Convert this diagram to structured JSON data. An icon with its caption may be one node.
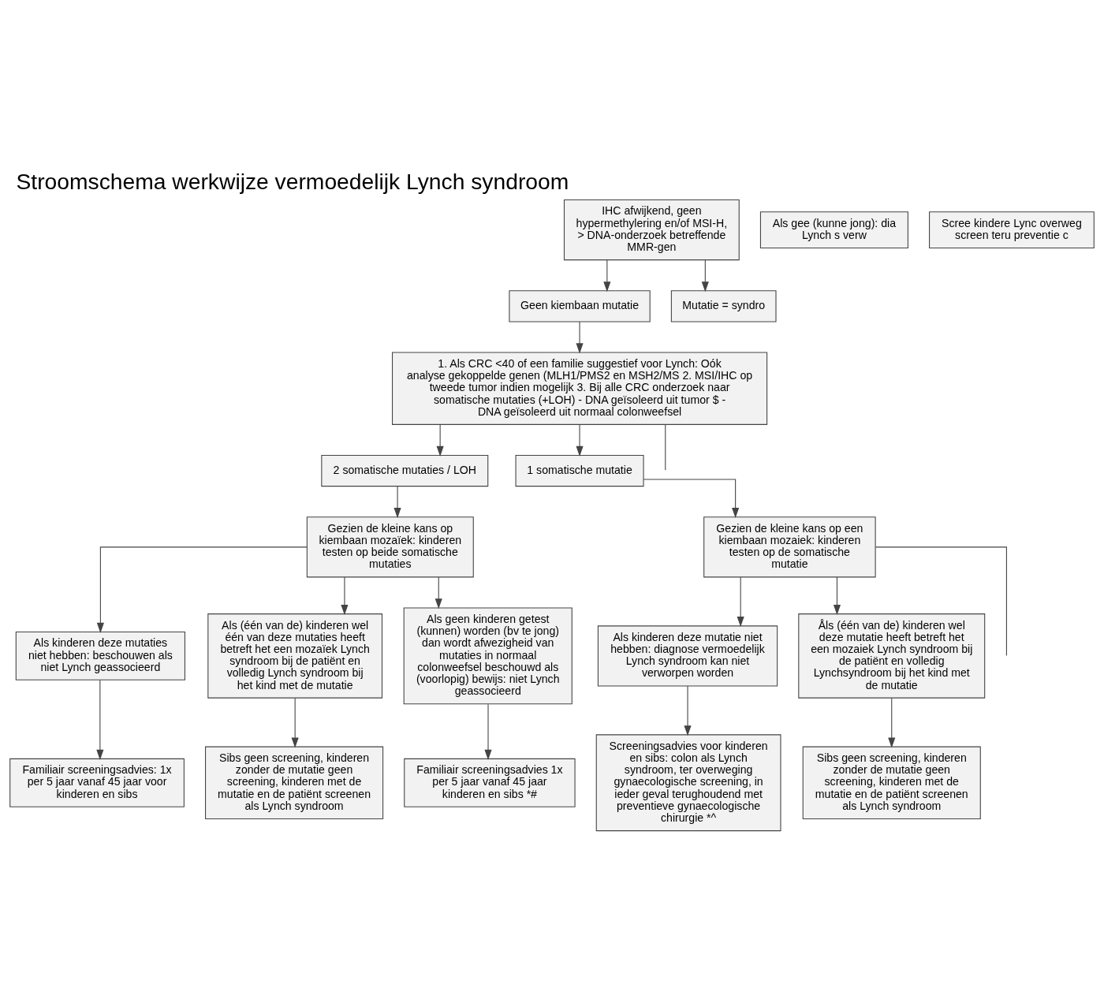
{
  "diagram": {
    "title": "Stroomschema werkwijze vermoedelijk Lynch syndroom",
    "nodes": [
      {
        "text": [
          "IHC afwijkend, geen hypermethylering en/of MSI-H, > DNA-onderzoek betreffende MMR-gen"
        ]
      },
      {
        "text": [
          "Geen kiembaan mutatie"
        ]
      },
      {
        "text": [
          "Mutatie = syndro"
        ]
      },
      {
        "text": [
          "1. Als CRC <40 of een familie suggestief voor Lynch: Oók analyse gekoppelde genen (MLH1/PMS2 en MSH2/MS 2. MSI/IHC op tweede tumor indien mogelijk 3. Bij alle CRC onderzoek naar somatische mutaties (+LOH) - DNA geïsoleerd uit tumor $ - DNA geïsoleerd uit normaal colonweefsel"
        ]
      },
      {
        "text": [
          "2 somatische mutaties / LOH"
        ]
      },
      {
        "text": [
          "1 somatische mutatie"
        ]
      },
      {
        "text": [
          "Gezien de kleine kans op kiembaan mozaïek: kinderen testen op beide somatische mutaties"
        ]
      },
      {
        "text": [
          "Gezien de kleine kans op een kiembaan mozaiek: kinderen testen op de somatische mutatie"
        ]
      },
      {
        "text": [
          "Als kinderen deze mutaties niet hebben: beschouwen als niet Lynch geassocieerd"
        ]
      },
      {
        "text": [
          "Als (één van de) kinderen wel één van deze mutaties heeft betreft het een mozaïek Lynch syndroom bij de patiënt en volledig Lynch syndroom bij het kind met de mutatie"
        ]
      },
      {
        "text": [
          "Als geen kinderen getest (kunnen) worden (bv te jong) dan wordt afwezigheid van mutaties in normaal colonweefsel beschouwd als (voorlopig) bewijs: niet Lynch geassocieerd"
        ]
      },
      {
        "text": [
          "Familiair screeningsadvies: 1x per 5 jaar vanaf 45 jaar voor kinderen en sibs"
        ]
      },
      {
        "text": [
          "Sibs geen screening, kinderen zonder de mutatie geen screening, kinderen met de mutatie en de patiënt screenen als Lynch syndroom"
        ]
      },
      {
        "text": [
          "Familiair screeningsadvies 1x per 5 jaar vanaf 45 jaar kinderen en sibs *#"
        ]
      },
      {
        "text": [
          "Als kinderen deze mutatie niet hebben: diagnose vermoedelijk Lynch syndroom kan niet verworpen worden"
        ]
      },
      {
        "text": [
          "Åls (één van de) kinderen wel deze mutatie heeft betreft het een mozaiek Lynch syndroom bij de patiënt en volledig Lynchsyndroom bij het kind met de mutatie"
        ]
      },
      {
        "text": [
          "Als gee (kunne jong): dia Lynch s verw"
        ]
      },
      {
        "text": [
          "Screeningsadvies voor kinderen en sibs: colon als Lynch syndroom, ter overweging gynaecologische screening, in ieder geval terughoudend met preventieve gynaecologische chirurgie *^"
        ]
      },
      {
        "text": [
          "Sibs geen screening, kinderen zonder de mutatie geen screening, kinderen met de mutatie en de patiënt screenen als Lynch syndroom"
        ]
      },
      {
        "text": [
          "Scree kindere Lync overweg screen teru preventie c"
        ]
      }
    ],
    "edges": [
      {
        "from": 0,
        "to": 1,
        "arrow": "to"
      },
      {
        "from": 0,
        "to": 2,
        "arrow": "to"
      },
      {
        "from": 1,
        "to": 3,
        "arrow": "to"
      },
      {
        "from": 3,
        "to": 4,
        "arrow": "to"
      },
      {
        "from": 3,
        "to": 5,
        "arrow": "to"
      },
      {
        "from": 3,
        "to": null,
        "arrow": "none"
      },
      {
        "from": 4,
        "to": 6,
        "arrow": "to"
      },
      {
        "from": 5,
        "to": 7,
        "arrow": "to"
      },
      {
        "from": 6,
        "to": 8,
        "arrow": "to"
      },
      {
        "from": 6,
        "to": 9,
        "arrow": "to"
      },
      {
        "from": 6,
        "to": 10,
        "arrow": "to"
      },
      {
        "from": 7,
        "to": 14,
        "arrow": "to"
      },
      {
        "from": 7,
        "to": 15,
        "arrow": "to"
      },
      {
        "from": 7,
        "to": null,
        "arrow": "none"
      },
      {
        "from": 8,
        "to": 11,
        "arrow": "to"
      },
      {
        "from": 9,
        "to": 12,
        "arrow": "to"
      },
      {
        "from": 10,
        "to": 13,
        "arrow": "to"
      },
      {
        "from": 14,
        "to": 17,
        "arrow": "to"
      },
      {
        "from": 15,
        "to": 18,
        "arrow": "to"
      }
    ]
  }
}
